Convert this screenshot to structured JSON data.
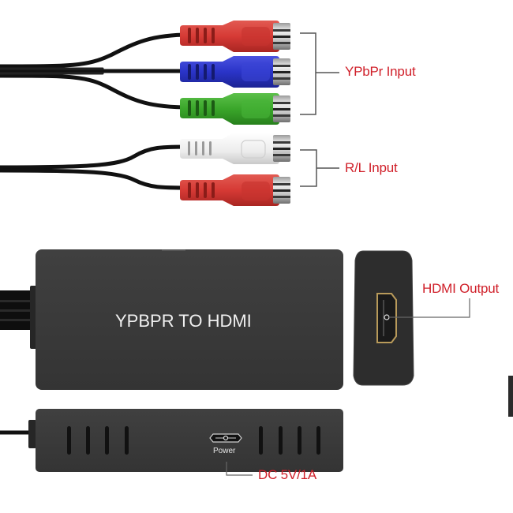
{
  "diagram": {
    "title": "YPbPr to HDMI converter connection diagram",
    "device_label": "YPBPR TO HDMI",
    "callouts": {
      "ypbpr_input": "YPbPr Input",
      "rl_input": "R/L Input",
      "hdmi_output": "HDMI Output",
      "dc_power": "DC 5V/1A"
    },
    "port_labels": {
      "power": "Power"
    },
    "connectors": [
      {
        "name": "Y",
        "color": "#d63a35",
        "group": "ypbpr"
      },
      {
        "name": "Pb",
        "color": "#2a34c8",
        "group": "ypbpr"
      },
      {
        "name": "Pr",
        "color": "#3aa62a",
        "group": "ypbpr"
      },
      {
        "name": "L",
        "color": "#f2f2f2",
        "group": "audio"
      },
      {
        "name": "R",
        "color": "#d63a35",
        "group": "audio"
      }
    ],
    "colors": {
      "callout_text": "#d0202a",
      "device_body": "#3a3a3a",
      "cable": "#111111",
      "bracket": "#555555"
    }
  }
}
